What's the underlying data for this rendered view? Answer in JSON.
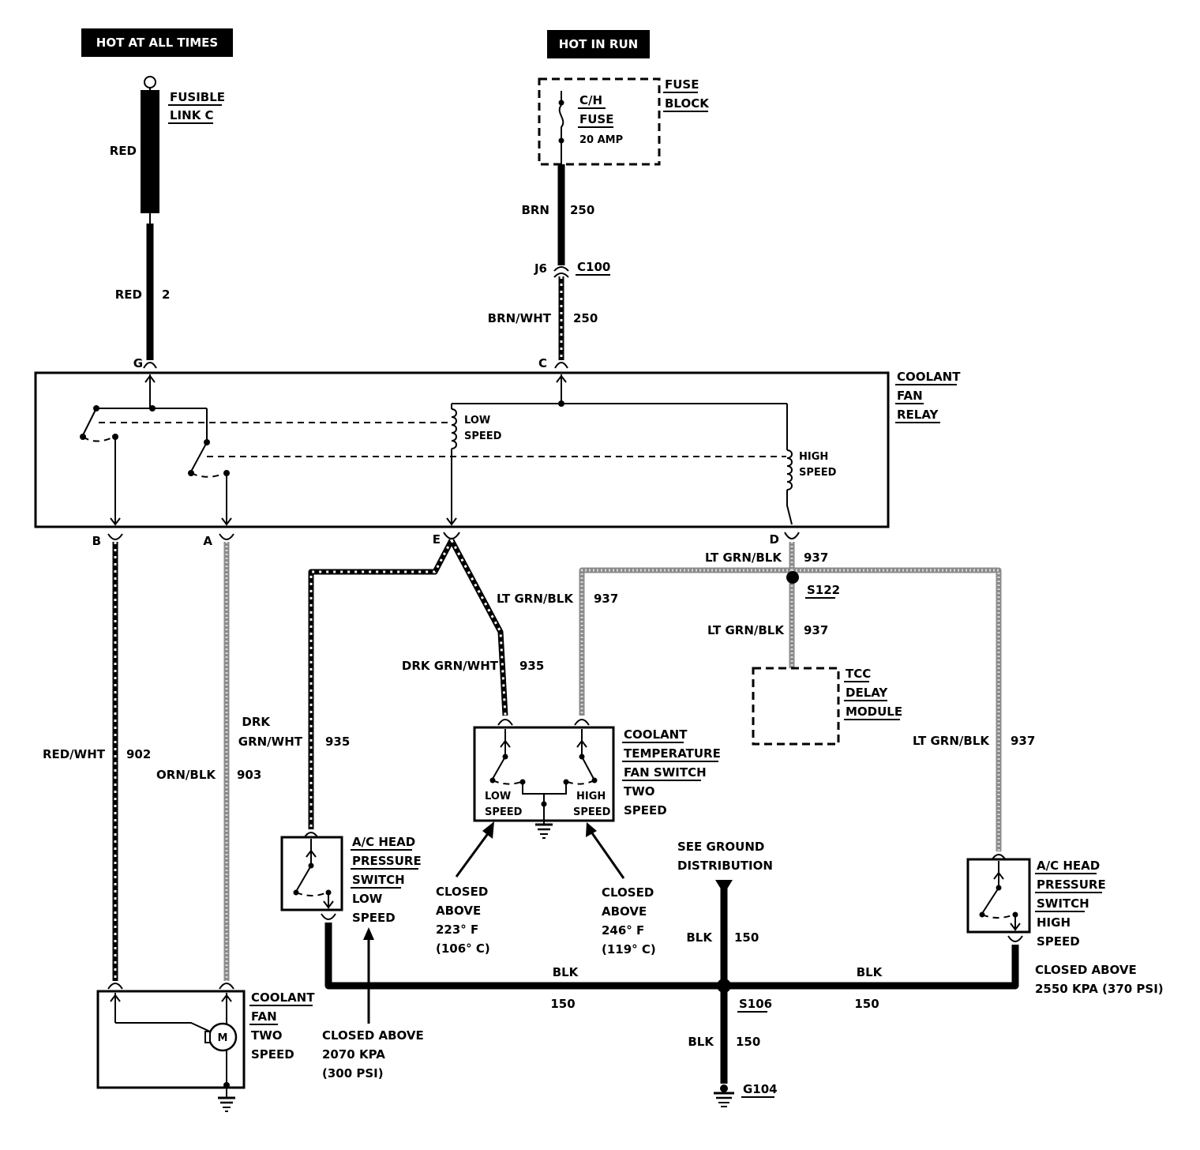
{
  "headers": {
    "hot_at_all_times": "HOT AT ALL TIMES",
    "hot_in_run": "HOT IN RUN"
  },
  "fusible_link": {
    "line1": "FUSIBLE",
    "line2": "LINK C",
    "wire_color": "RED"
  },
  "wire_g": {
    "color": "RED",
    "circuit": "2",
    "terminal": "G"
  },
  "fuse_block": {
    "line1": "FUSE",
    "line2": "BLOCK",
    "fuse_line1": "C/H",
    "fuse_line2": "FUSE",
    "rating": "20 AMP"
  },
  "wire_brn": {
    "color": "BRN",
    "circuit": "250"
  },
  "connector_c100": {
    "pin": "J6",
    "name": "C100"
  },
  "wire_brnwht": {
    "color": "BRN/WHT",
    "circuit": "250",
    "terminal": "C"
  },
  "relay": {
    "line1": "COOLANT",
    "line2": "FAN",
    "line3": "RELAY",
    "low_line1": "LOW",
    "low_line2": "SPEED",
    "high_line1": "HIGH",
    "high_line2": "SPEED",
    "terminals": {
      "b": "B",
      "a": "A",
      "e": "E",
      "d": "D"
    }
  },
  "wire_902": {
    "color": "RED/WHT",
    "circuit": "902"
  },
  "wire_903": {
    "color": "ORN/BLK",
    "circuit": "903"
  },
  "wire_935_left": {
    "color_line1": "DRK",
    "color_line2": "GRN/WHT",
    "circuit": "935"
  },
  "wire_935_center": {
    "color": "DRK GRN/WHT",
    "circuit": "935"
  },
  "wire_937_center": {
    "color": "LT GRN/BLK",
    "circuit": "937"
  },
  "wire_937_top": {
    "color": "LT GRN/BLK",
    "circuit": "937"
  },
  "wire_937_tcc": {
    "color": "LT GRN/BLK",
    "circuit": "937"
  },
  "wire_937_right": {
    "color": "LT GRN/BLK",
    "circuit": "937"
  },
  "splice_s122": "S122",
  "tcc_module": {
    "line1": "TCC",
    "line2": "DELAY",
    "line3": "MODULE"
  },
  "temp_switch": {
    "line1": "COOLANT",
    "line2": "TEMPERATURE",
    "line3": "FAN SWITCH",
    "line4": "TWO",
    "line5": "SPEED",
    "low_line1": "LOW",
    "low_line2": "SPEED",
    "high_line1": "HIGH",
    "high_line2": "SPEED"
  },
  "temp_low_note": {
    "line1": "CLOSED",
    "line2": "ABOVE",
    "line3": "223° F",
    "line4": "(106° C)"
  },
  "temp_high_note": {
    "line1": "CLOSED",
    "line2": "ABOVE",
    "line3": "246° F",
    "line4": "(119° C)"
  },
  "ac_low": {
    "line1": "A/C HEAD",
    "line2": "PRESSURE",
    "line3": "SWITCH",
    "line4": "LOW",
    "line5": "SPEED",
    "note_line1": "CLOSED ABOVE",
    "note_line2": "2070 KPA",
    "note_line3": "(300 PSI)"
  },
  "ac_high": {
    "line1": "A/C HEAD",
    "line2": "PRESSURE",
    "line3": "SWITCH",
    "line4": "HIGH",
    "line5": "SPEED",
    "note_line1": "CLOSED ABOVE",
    "note_line2": "2550 KPA (370 PSI)"
  },
  "coolant_fan": {
    "line1": "COOLANT",
    "line2": "FAN",
    "line3": "TWO",
    "line4": "SPEED",
    "motor": "M"
  },
  "ground_dist": {
    "line1": "SEE GROUND",
    "line2": "DISTRIBUTION"
  },
  "wire_150_vertical_top": {
    "color": "BLK",
    "circuit": "150"
  },
  "wire_150_left": {
    "color": "BLK",
    "circuit": "150"
  },
  "wire_150_right": {
    "color": "BLK",
    "circuit": "150"
  },
  "wire_150_bottom": {
    "color": "BLK",
    "circuit": "150"
  },
  "splice_s106": "S106",
  "ground_g104": "G104"
}
